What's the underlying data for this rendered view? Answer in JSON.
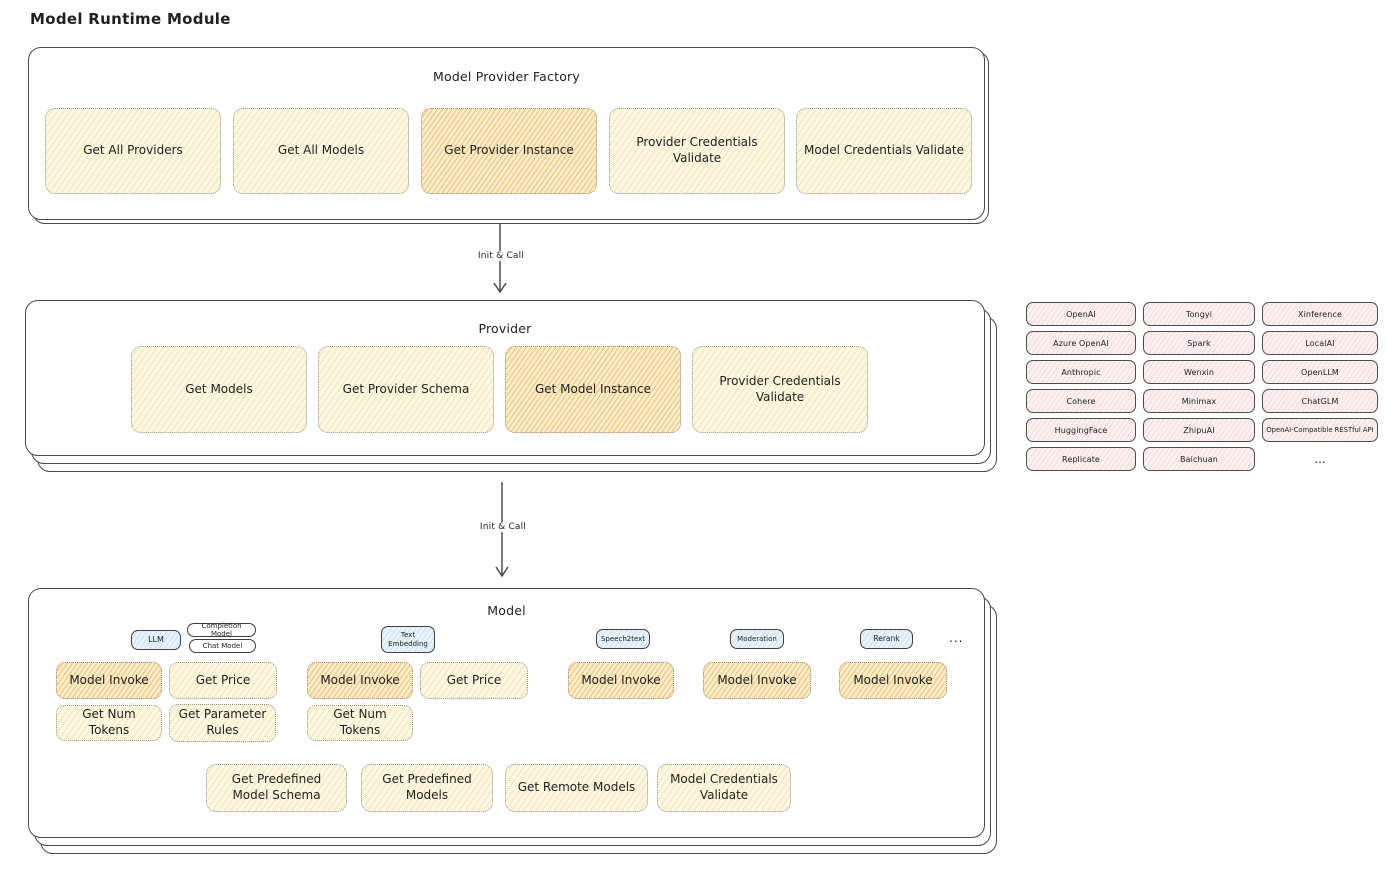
{
  "title": "Model Runtime Module",
  "colors": {
    "yellow_fill": "#fdf8e6",
    "yellow_hatch": "#e9c45a",
    "orange_fill": "#fcefd0",
    "orange_hatch": "#eba434",
    "blue_fill": "#e8f3fb",
    "pink_fill": "#fcf0f0",
    "stroke_dark": "#4a4a4a",
    "stroke_dotted": "#9a948a"
  },
  "factory": {
    "title": "Model Provider Factory",
    "items": [
      {
        "label": "Get All Providers"
      },
      {
        "label": "Get All Models"
      },
      {
        "label": "Get Provider Instance"
      },
      {
        "label": "Provider Credentials Validate"
      },
      {
        "label": "Model Credentials Validate"
      }
    ]
  },
  "arrow1": {
    "label": "Init & Call"
  },
  "arrow2": {
    "label": "Init & Call"
  },
  "provider": {
    "title": "Provider",
    "items": [
      {
        "label": "Get Models"
      },
      {
        "label": "Get Provider Schema"
      },
      {
        "label": "Get Model Instance"
      },
      {
        "label": "Provider Credentials Validate"
      }
    ]
  },
  "providers_grid": {
    "chips": [
      "OpenAI",
      "Tongyi",
      "Xinference",
      "Azure OpenAI",
      "Spark",
      "LocalAI",
      "Anthropic",
      "Wenxin",
      "OpenLLM",
      "Cohere",
      "Minimax",
      "ChatGLM",
      "HuggingFace",
      "ZhipuAI",
      "OpenAI-Compatible RESTful API",
      "Replicate",
      "Baichuan"
    ],
    "more": "..."
  },
  "model": {
    "title": "Model",
    "badges": {
      "llm": "LLM",
      "completion_model": "Completion Model",
      "chat_model": "Chat Model",
      "text_embedding": "Text Embedding",
      "speech2text": "Speech2text",
      "moderation": "Moderation",
      "rerank": "Rerank",
      "more": "..."
    },
    "actions": {
      "model_invoke": "Model Invoke",
      "get_price": "Get Price",
      "get_num_tokens": "Get Num Tokens",
      "get_parameter_rules": "Get Parameter Rules",
      "get_predefined_model_schema": "Get Predefined Model Schema",
      "get_predefined_models": "Get Predefined Models",
      "get_remote_models": "Get Remote Models",
      "model_credentials_validate": "Model Credentials Validate"
    }
  }
}
